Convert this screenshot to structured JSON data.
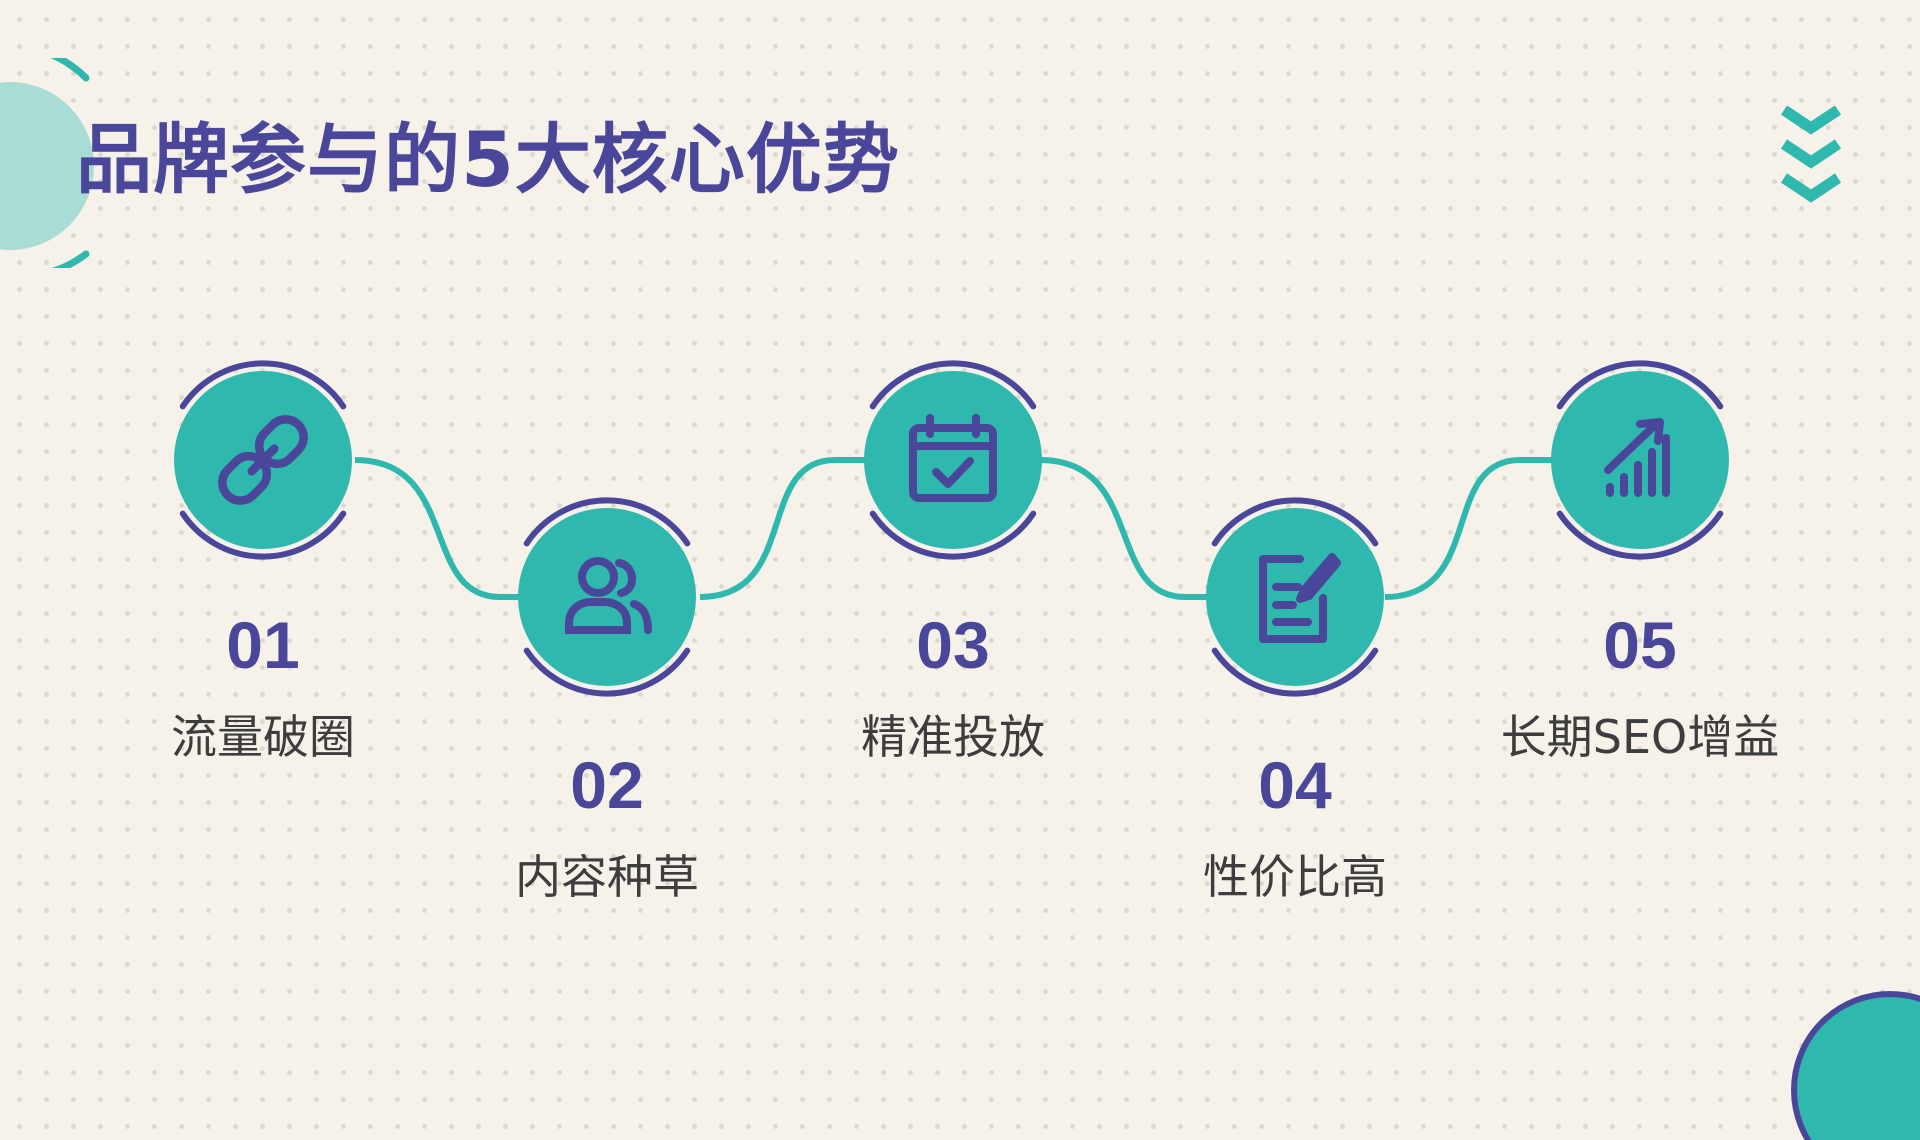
{
  "title": "品牌参与的5大核心优势",
  "colors": {
    "background": "#f6f2ea",
    "primary_purple": "#4a479a",
    "accent_teal": "#2fb8ad",
    "light_teal": "#a9dcd4",
    "label_text": "#3d3d3d"
  },
  "steps": [
    {
      "number": "01",
      "label": "流量破圈",
      "icon": "link-icon"
    },
    {
      "number": "02",
      "label": "内容种草",
      "icon": "users-icon"
    },
    {
      "number": "03",
      "label": "精准投放",
      "icon": "calendar-check-icon"
    },
    {
      "number": "04",
      "label": "性价比高",
      "icon": "edit-document-icon"
    },
    {
      "number": "05",
      "label": "长期SEO增益",
      "icon": "growth-chart-icon"
    }
  ]
}
